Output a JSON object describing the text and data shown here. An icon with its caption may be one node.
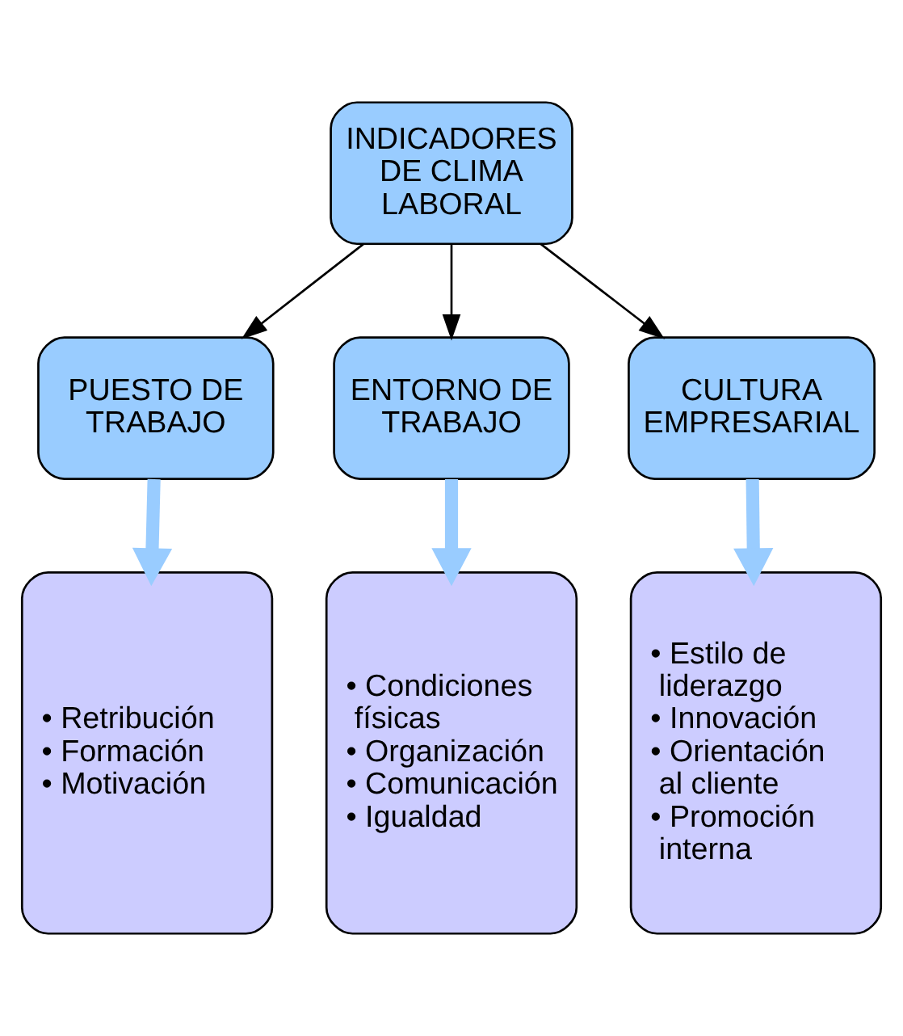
{
  "diagram": {
    "nodes": [
      {
        "text": [
          "INDICADORES DE CLIMA LABORAL"
        ]
      },
      {
        "text": [
          "PUESTO DE TRABAJO"
        ]
      },
      {
        "text": [
          "ENTORNO DE TRABAJO"
        ]
      },
      {
        "text": [
          "CULTURA EMPRESARIAL"
        ]
      },
      {
        "text": [
          "• Retribución",
          "• Formación",
          "• Motivación"
        ]
      },
      {
        "text": [
          "• Condiciones físicas",
          "• Organización",
          "• Comunicación",
          "• Igualdad"
        ]
      },
      {
        "text": [
          "• Estilo de liderazgo",
          "• Innovación",
          "• Orientación al cliente",
          "• Promoción interna"
        ]
      }
    ],
    "edges": [
      {
        "from": 0,
        "to": 1,
        "arrow": "to"
      },
      {
        "from": 0,
        "to": 2,
        "arrow": "to"
      },
      {
        "from": 0,
        "to": 3,
        "arrow": "to"
      },
      {
        "from": 1,
        "to": 4,
        "arrow": "to",
        "style": "thick",
        "color": "#99ccff"
      },
      {
        "from": 2,
        "to": 5,
        "arrow": "to",
        "style": "thick",
        "color": "#99ccff"
      },
      {
        "from": 3,
        "to": 6,
        "arrow": "to",
        "style": "thick",
        "color": "#99ccff"
      }
    ]
  }
}
